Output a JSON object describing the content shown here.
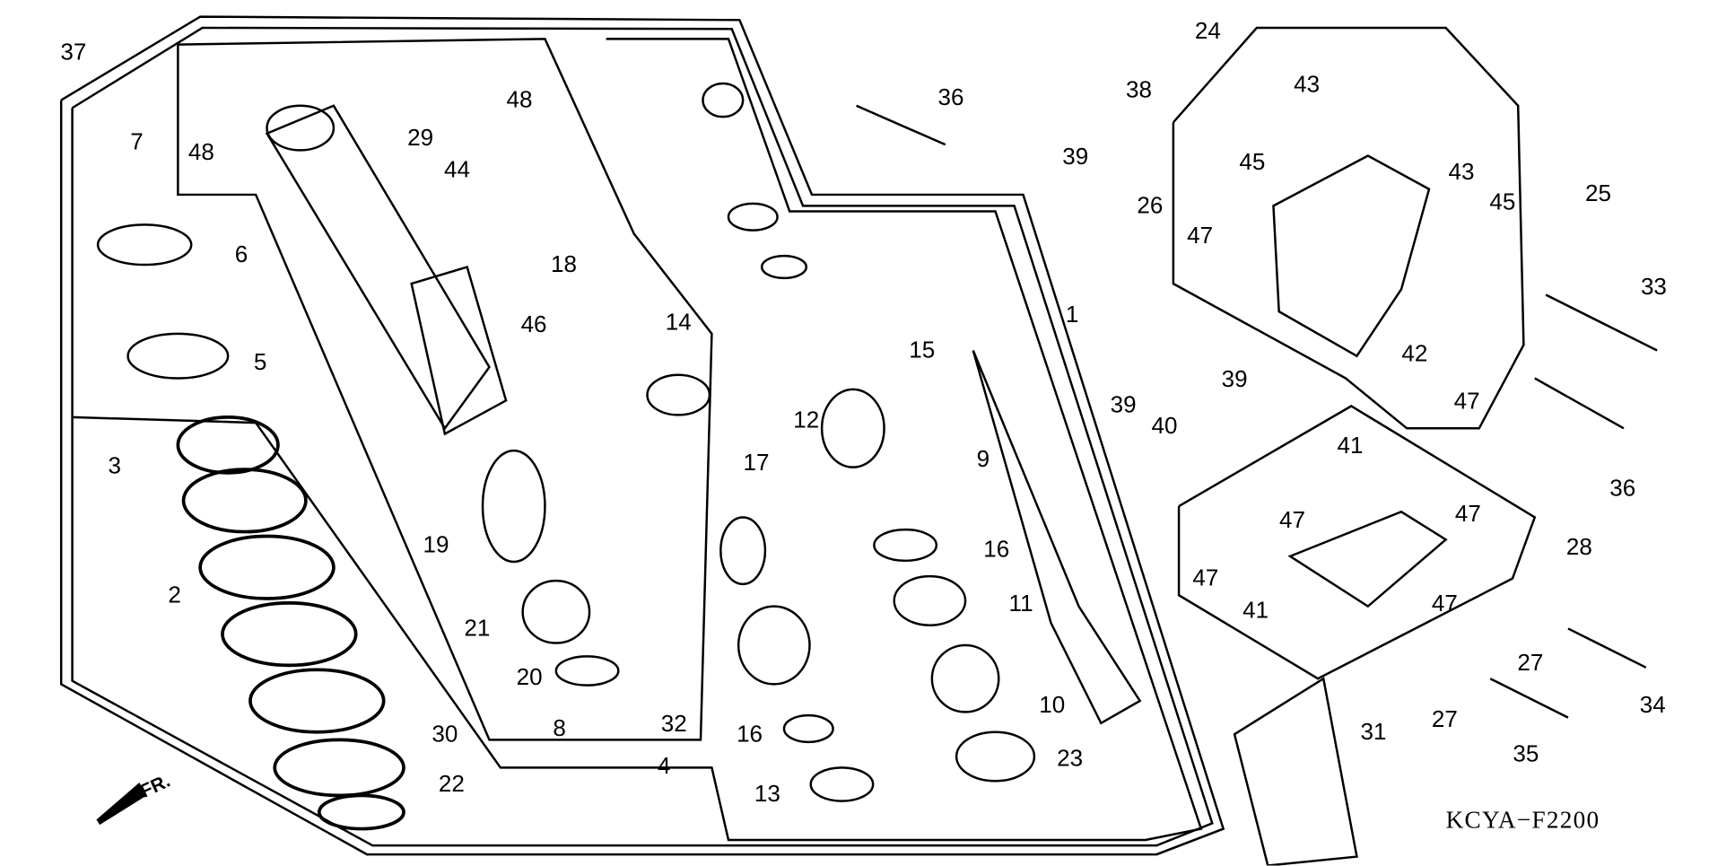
{
  "diagram_code": "KCYA−F2200",
  "front_indicator": "FR.",
  "callouts": [
    "37",
    "48",
    "7",
    "6",
    "5",
    "3",
    "2",
    "30",
    "22",
    "29",
    "44",
    "48",
    "18",
    "46",
    "14",
    "19",
    "21",
    "20",
    "8",
    "32",
    "4",
    "17",
    "16",
    "13",
    "36",
    "15",
    "12",
    "16",
    "11",
    "10",
    "23",
    "1",
    "9",
    "38",
    "24",
    "39",
    "26",
    "45",
    "43",
    "47",
    "43",
    "45",
    "25",
    "33",
    "42",
    "47",
    "36",
    "39",
    "39",
    "40",
    "41",
    "47",
    "47",
    "28",
    "47",
    "41",
    "47",
    "27",
    "27",
    "35",
    "34",
    "31"
  ],
  "colors": {
    "line": "#000000",
    "background": "#ffffff"
  }
}
